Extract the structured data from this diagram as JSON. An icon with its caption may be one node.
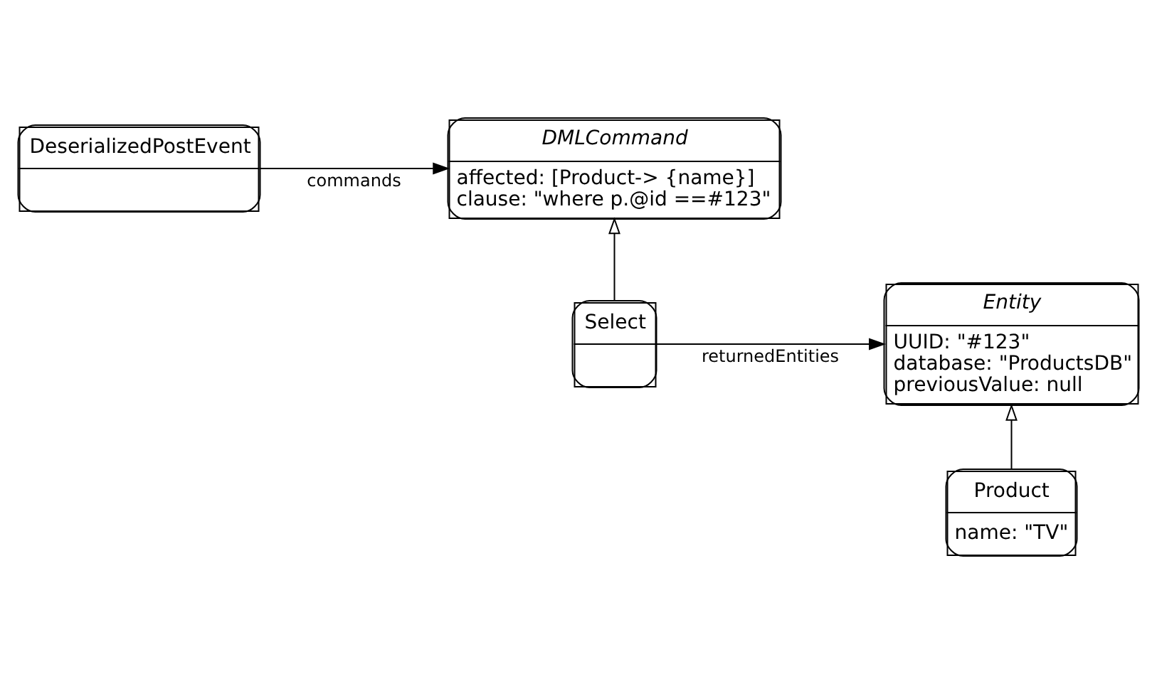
{
  "diagram": {
    "nodes": [
      {
        "text": [
          "DeserializedPostEvent"
        ]
      },
      {
        "text": [
          "DMLCommand",
          "affected: [Product-> {name}]",
          "clause: \"where p.@id ==#123\""
        ]
      },
      {
        "text": [
          "Entity",
          "UUID: \"#123\"",
          "database: \"ProductsDB\"",
          "previousValue: null"
        ]
      },
      {
        "text": [
          "Select"
        ]
      },
      {
        "text": [
          "Product",
          "name: \"TV\""
        ]
      }
    ],
    "edges": [
      {
        "from": 0,
        "to": 1,
        "arrow": "to",
        "label": "commands"
      },
      {
        "from": 3,
        "to": 1,
        "arrow": "to"
      },
      {
        "from": 3,
        "to": 2,
        "arrow": "to",
        "label": "returnedEntities"
      },
      {
        "from": 4,
        "to": 2,
        "arrow": "to"
      }
    ]
  }
}
